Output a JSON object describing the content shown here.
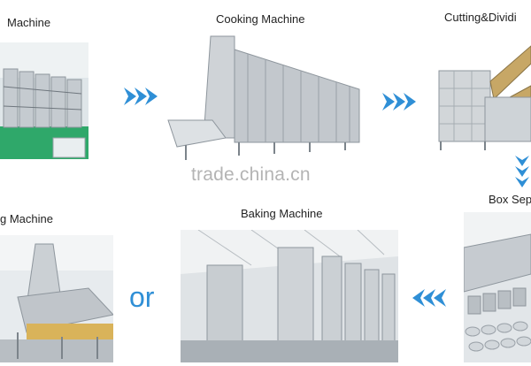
{
  "labels": {
    "machine_top_left": "Machine",
    "cooking_machine": "Cooking Machine",
    "cutting_dividing": "Cutting&Dividi",
    "frying_machine_partial": "g Machine",
    "baking_machine": "Baking Machine",
    "box_separating_partial": "Box Sep",
    "or_text": "or"
  },
  "watermark": "trade.china.cn",
  "colors": {
    "arrow_blue": "#2f8fd6",
    "steel": "#c9ccd1",
    "floor_green": "#2fa86a"
  },
  "icons": {
    "flow_arrow": "double-chevron-right-icon",
    "flow_arrow_down": "double-chevron-down-icon",
    "flow_arrow_left": "double-chevron-left-icon"
  }
}
